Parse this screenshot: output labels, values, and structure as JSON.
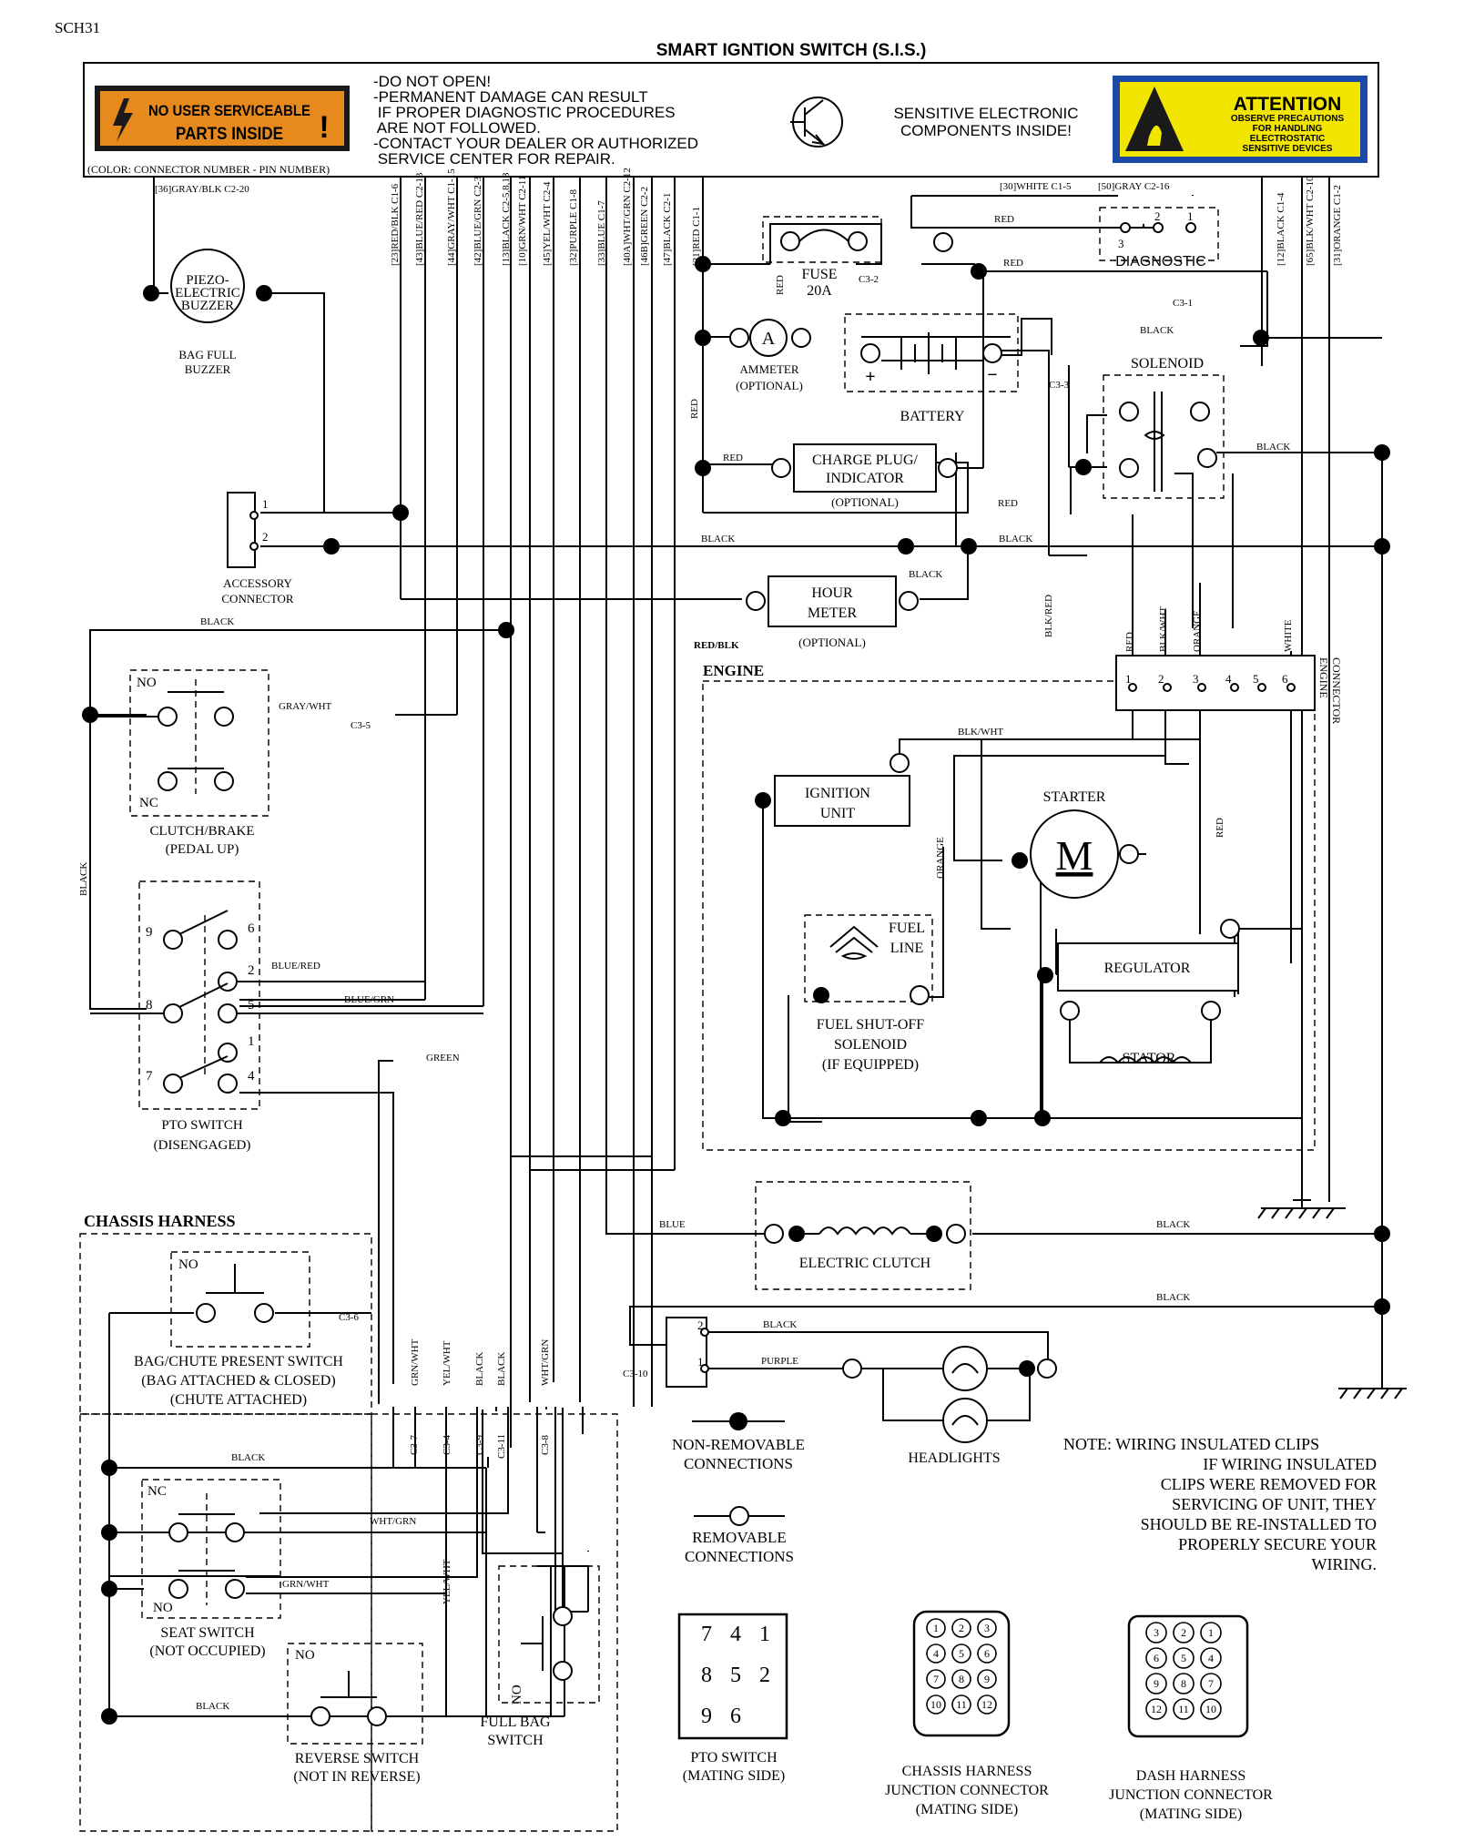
{
  "page_code": "SCH31",
  "title": "SMART IGNTION SWITCH (S.I.S.)",
  "header": {
    "warning_badge": "NO USER SERVICEABLE PARTS INSIDE",
    "warnings": [
      "-DO NOT OPEN!",
      "-PERMANENT DAMAGE CAN RESULT",
      " IF PROPER DIAGNOSTIC PROCEDURES",
      " ARE NOT FOLLOWED.",
      "-CONTACT YOUR DEALER OR AUTHORIZED",
      " SERVICE CENTER FOR REPAIR."
    ],
    "sensitive": [
      "SENSITIVE ELECTRONIC",
      "COMPONENTS INSIDE!"
    ],
    "attention": [
      "ATTENTION",
      "OBSERVE PRECAUTIONS",
      "FOR HANDLING",
      "ELECTROSTATIC",
      "SENSITIVE DEVICES"
    ],
    "legend": "(COLOR: CONNECTOR NUMBER - PIN NUMBER)"
  },
  "pin_labels": [
    "[36]GRAY/BLK C2-20",
    "[23]RED/BLK C1-6",
    "[43]BLUE/RED C2-13",
    "[44]GRAY/WHT C1-15",
    "[42]BLUE/GRN C2-3",
    "[13]BLACK C2-5,8,18",
    "[10]GRN/WHT C2-11",
    "[45]YEL/WHT C2-4",
    "[32]PURPLE C1-8",
    "[33]BLUE C1-7",
    "[40A]WHT/GRN C2-12",
    "[46B]GREEN C2-2",
    "[47]BLACK C2-1",
    "[21]RED C1-1",
    "[30]WHITE C1-5",
    "[50]GRAY C2-16",
    "[12]BLACK C1-4",
    "[65]BLK/WHT C2-10",
    "[31]ORANGE C1-2"
  ],
  "components": {
    "buzzer": [
      "PIEZO-",
      "ELECTRIC",
      "BUZZER"
    ],
    "buzzer_caption": [
      "BAG FULL",
      "BUZZER"
    ],
    "fuse": [
      "FUSE",
      "20A"
    ],
    "diagnostic": "DIAGNOSTIC",
    "ammeter": "A",
    "ammeter_caption": [
      "AMMETER",
      "(OPTIONAL)"
    ],
    "battery": "BATTERY",
    "solenoid": "SOLENOID",
    "charge_plug": [
      "CHARGE PLUG/",
      "INDICATOR"
    ],
    "charge_caption": "(OPTIONAL)",
    "accessory": [
      "ACCESSORY",
      "CONNECTOR"
    ],
    "hour_meter": [
      "HOUR",
      "METER"
    ],
    "hour_caption": "(OPTIONAL)",
    "engine": "ENGINE",
    "engine_connector": [
      "ENGINE",
      "CONNECTOR"
    ],
    "ignition": [
      "IGNITION",
      "UNIT"
    ],
    "starter": "STARTER",
    "motor": "M",
    "fuel_line": [
      "FUEL",
      "LINE"
    ],
    "fuel_shutoff": [
      "FUEL SHUT-OFF",
      "SOLENOID",
      "(IF EQUIPPED)"
    ],
    "regulator": "REGULATOR",
    "stator": "STATOR",
    "clutch_brake": [
      "CLUTCH/BRAKE",
      "(PEDAL UP)"
    ],
    "pto": [
      "PTO SWITCH",
      "(DISENGAGED)"
    ],
    "electric_clutch": "ELECTRIC CLUTCH",
    "chassis_harness": "CHASSIS HARNESS",
    "bag_switch": [
      "BAG/CHUTE PRESENT SWITCH",
      "(BAG ATTACHED & CLOSED)",
      "(CHUTE ATTACHED)"
    ],
    "seat_switch": [
      "SEAT SWITCH",
      "(NOT OCCUPIED)"
    ],
    "reverse_switch": [
      "REVERSE SWITCH",
      "(NOT IN REVERSE)"
    ],
    "full_bag": [
      "FULL BAG",
      "SWITCH"
    ],
    "headlights": "HEADLIGHTS",
    "non_removable": [
      "NON-REMOVABLE",
      "CONNECTIONS"
    ],
    "removable": [
      "REMOVABLE",
      "CONNECTIONS"
    ],
    "pto_mating": [
      "PTO SWITCH",
      "(MATING SIDE)"
    ],
    "chassis_junction": [
      "CHASSIS HARNESS",
      "JUNCTION CONNECTOR",
      "(MATING SIDE)"
    ],
    "dash_junction": [
      "DASH HARNESS",
      "JUNCTION CONNECTOR",
      "(MATING SIDE)"
    ]
  },
  "note": [
    "NOTE: WIRING INSULATED CLIPS",
    "IF WIRING INSULATED",
    "CLIPS WERE REMOVED FOR",
    "SERVICING OF UNIT, THEY",
    "SHOULD BE RE-INSTALLED TO",
    "PROPERLY SECURE YOUR",
    "WIRING."
  ],
  "wire_labels": {
    "red": "RED",
    "black": "BLACK",
    "blue": "BLUE",
    "purple": "PURPLE",
    "green": "GREEN",
    "gray_wht": "GRAY/WHT",
    "blue_red": "BLUE/RED",
    "blue_grn": "BLUE/GRN",
    "red_blk": "RED/BLK",
    "blk_wht": "BLK/WHT",
    "blk_red": "BLK/RED",
    "orange": "ORANGE",
    "white": "WHITE",
    "wht_grn": "WHT/GRN",
    "grn_wht": "GRN/WHT",
    "yel_wht": "YEL/WHT"
  },
  "connector_ids": [
    "C3-2",
    "C3-1",
    "C3-3",
    "C3-5",
    "C3-6",
    "C3-7",
    "C3-4",
    "C3-9",
    "C3-11",
    "C3-8",
    "C3-10"
  ],
  "switch_marks": {
    "no": "NO",
    "nc": "NC"
  },
  "pin_numbers": [
    "1",
    "2",
    "3",
    "4",
    "5",
    "6",
    "7",
    "8",
    "9",
    "10",
    "11",
    "12"
  ],
  "battery_signs": [
    "+",
    "−"
  ]
}
